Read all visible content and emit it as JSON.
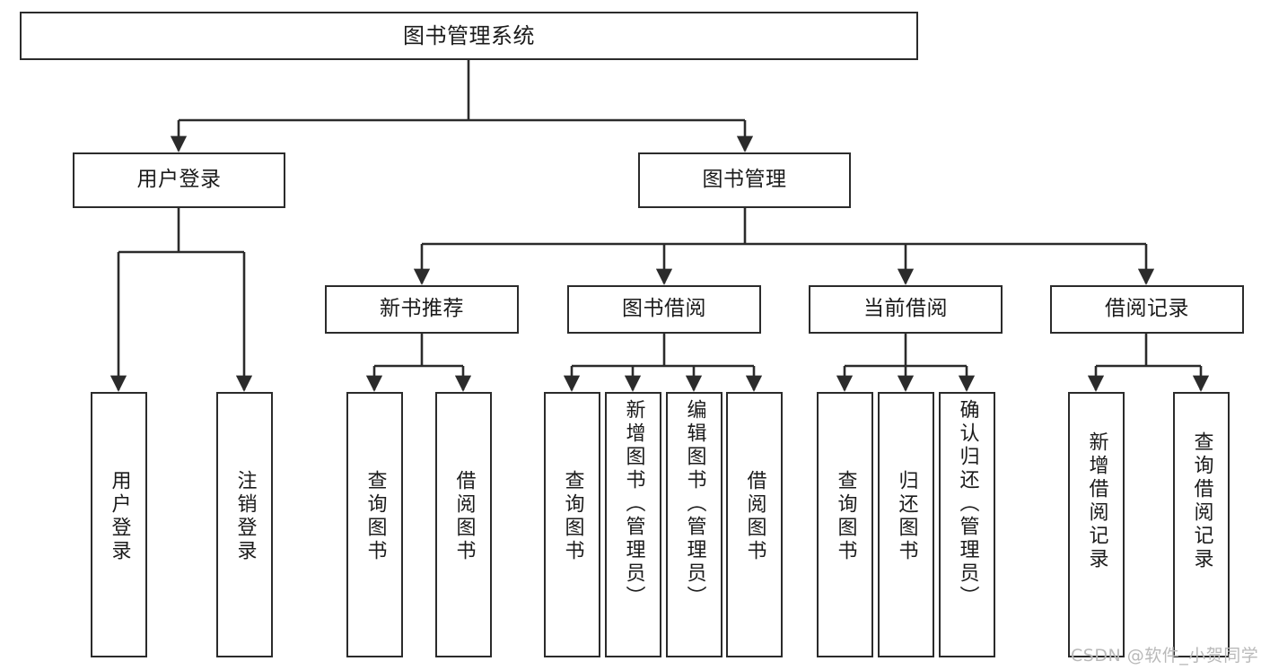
{
  "diagram": {
    "title": "图书管理系统",
    "type": "tree",
    "colors": {
      "box_border": "#2b2b2b",
      "box_fill": "#ffffff",
      "edge": "#2b2b2b",
      "text": "#1b1b1b",
      "watermark": "#b9b9b9",
      "background": "#ffffff"
    },
    "nodes": {
      "root": {
        "label": "图书管理系统"
      },
      "level2": [
        {
          "id": "user-login",
          "label": "用户登录"
        },
        {
          "id": "book-management",
          "label": "图书管理"
        }
      ],
      "level3": [
        {
          "id": "new-book-recommend",
          "label": "新书推荐"
        },
        {
          "id": "book-borrow",
          "label": "图书借阅"
        },
        {
          "id": "current-borrow",
          "label": "当前借阅"
        },
        {
          "id": "borrow-record",
          "label": "借阅记录"
        }
      ],
      "leaves": [
        {
          "id": "leaf-user-login",
          "label": "用户登录",
          "parent": "user-login"
        },
        {
          "id": "leaf-logout-login",
          "label": "注销登录",
          "parent": "user-login"
        },
        {
          "id": "leaf-query-book-1",
          "label": "查询图书",
          "parent": "new-book-recommend"
        },
        {
          "id": "leaf-borrow-book-1",
          "label": "借阅图书",
          "parent": "new-book-recommend"
        },
        {
          "id": "leaf-query-book-2",
          "label": "查询图书",
          "parent": "book-borrow"
        },
        {
          "id": "leaf-add-book",
          "label": "新增图书（管理员）",
          "parent": "book-borrow"
        },
        {
          "id": "leaf-edit-book",
          "label": "编辑图书（管理员）",
          "parent": "book-borrow"
        },
        {
          "id": "leaf-borrow-book-2",
          "label": "借阅图书",
          "parent": "book-borrow"
        },
        {
          "id": "leaf-query-book-3",
          "label": "查询图书",
          "parent": "current-borrow"
        },
        {
          "id": "leaf-return-book",
          "label": "归还图书",
          "parent": "current-borrow"
        },
        {
          "id": "leaf-confirm-return",
          "label": "确认归还（管理员）",
          "parent": "current-borrow"
        },
        {
          "id": "leaf-add-record",
          "label": "新增借阅记录",
          "parent": "borrow-record"
        },
        {
          "id": "leaf-query-record",
          "label": "查询借阅记录",
          "parent": "borrow-record"
        }
      ]
    },
    "watermark": "CSDN @软件_小贺同学"
  }
}
